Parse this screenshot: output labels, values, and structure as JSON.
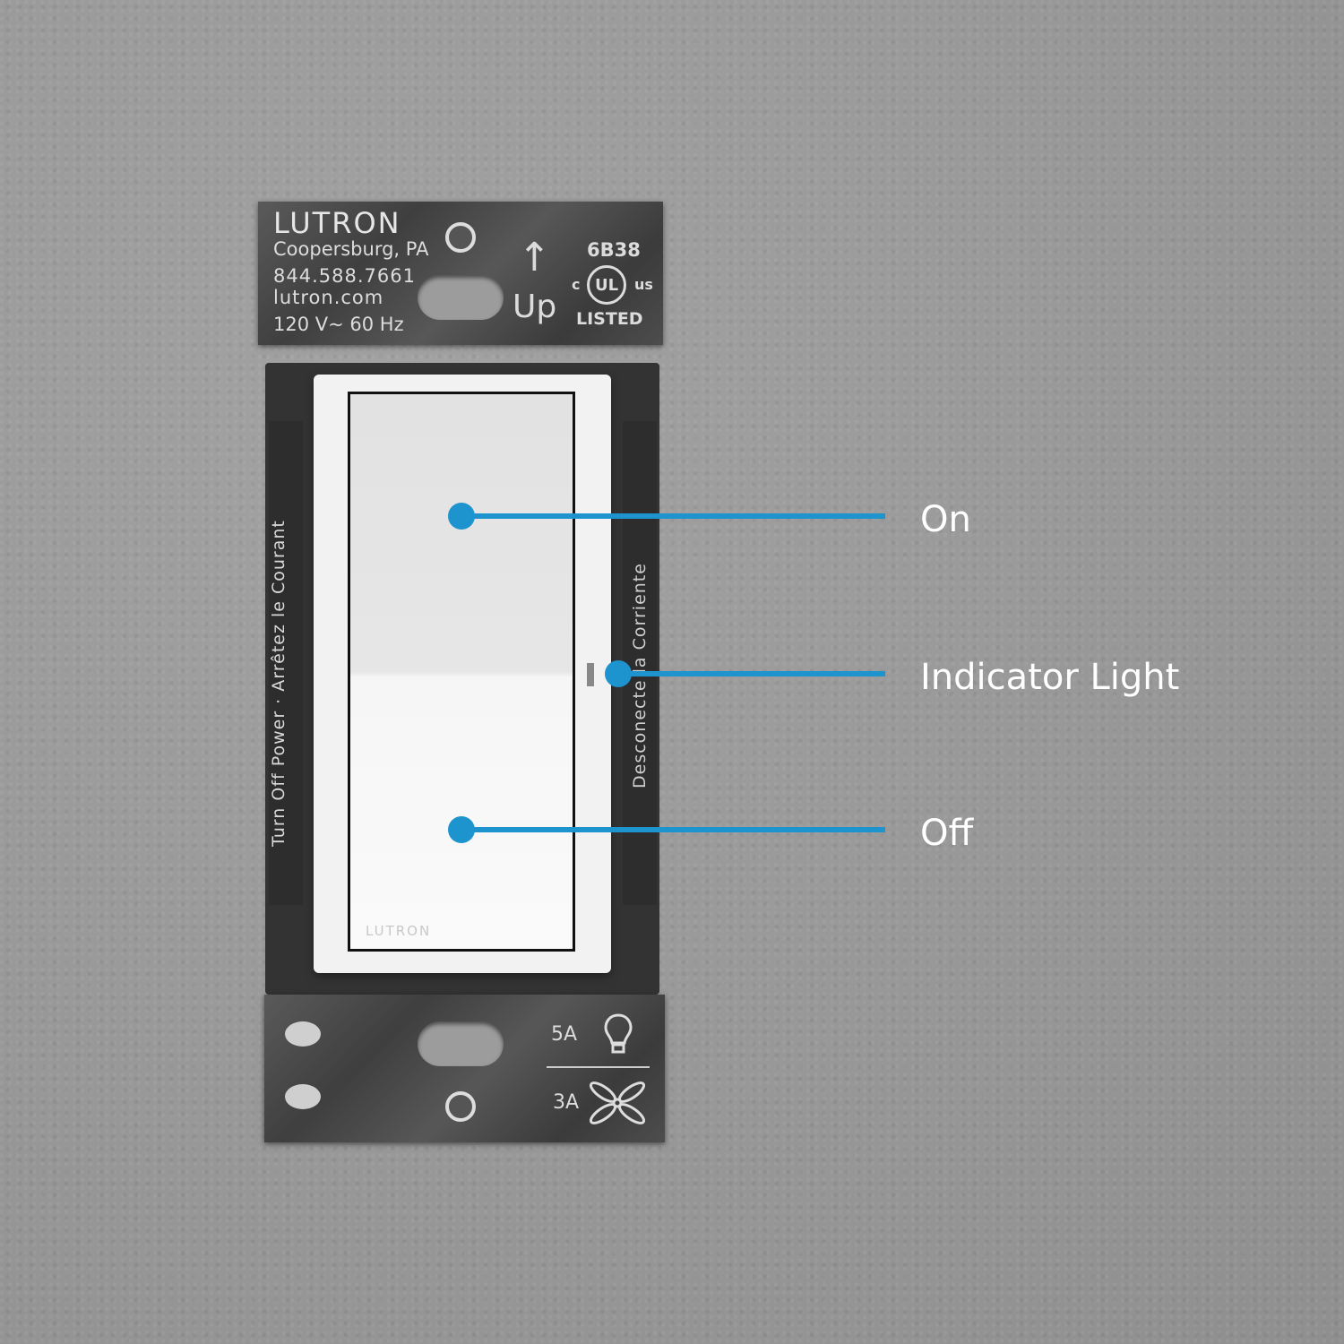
{
  "product": {
    "brand": "LUTRON",
    "city": "Coopersburg, PA",
    "phone": "844.588.7661",
    "website": "lutron.com",
    "rating": "120 V~  60 Hz",
    "up_label": "Up",
    "model": "6B38",
    "cert_c": "c",
    "cert_logo": "UL",
    "cert_us": "us",
    "cert_listed": "LISTED",
    "warning_en_fr": "Turn Off Power · Arrêtez le Courant",
    "warning_es": "Desconecte la Corriente",
    "rocker_brand": "LUTRON",
    "load_light": "5A",
    "load_fan": "3A"
  },
  "callouts": {
    "on": "On",
    "indicator": "Indicator Light",
    "off": "Off"
  },
  "colors": {
    "accent": "#1e94cf",
    "wall": "#9a9a9a",
    "switch": "#f2f2f2"
  },
  "icons": [
    "bulb-icon",
    "fan-icon",
    "up-arrow-icon",
    "ul-listed-icon"
  ]
}
